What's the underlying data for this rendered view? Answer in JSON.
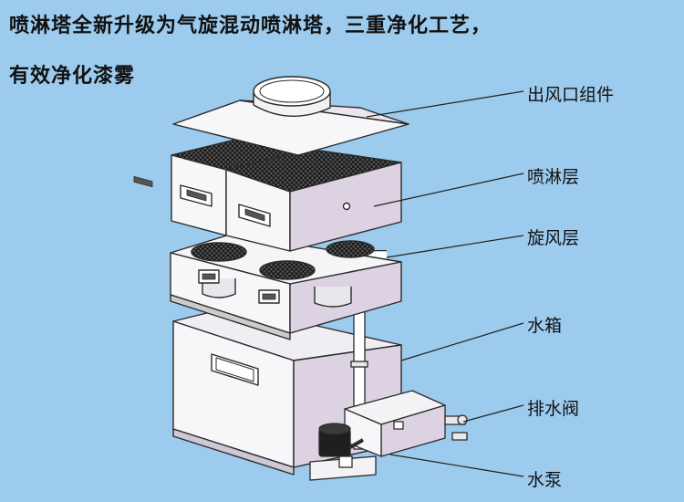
{
  "headline": {
    "line1": "喷淋塔全新升级为气旋混动喷淋塔，三重净化工艺，",
    "line2": "有效净化漆雾"
  },
  "callouts": {
    "outlet": "出风口组件",
    "spray": "喷淋层",
    "cyclone": "旋风层",
    "tank": "水箱",
    "drain_valve": "排水阀",
    "pump": "水泵"
  },
  "colors": {
    "background": "#9ccbee",
    "panel_lavender": "#ddd2e2",
    "panel_white": "#f7f7f9",
    "outline": "#2b2b2b",
    "mesh": "#3a3a3a"
  }
}
